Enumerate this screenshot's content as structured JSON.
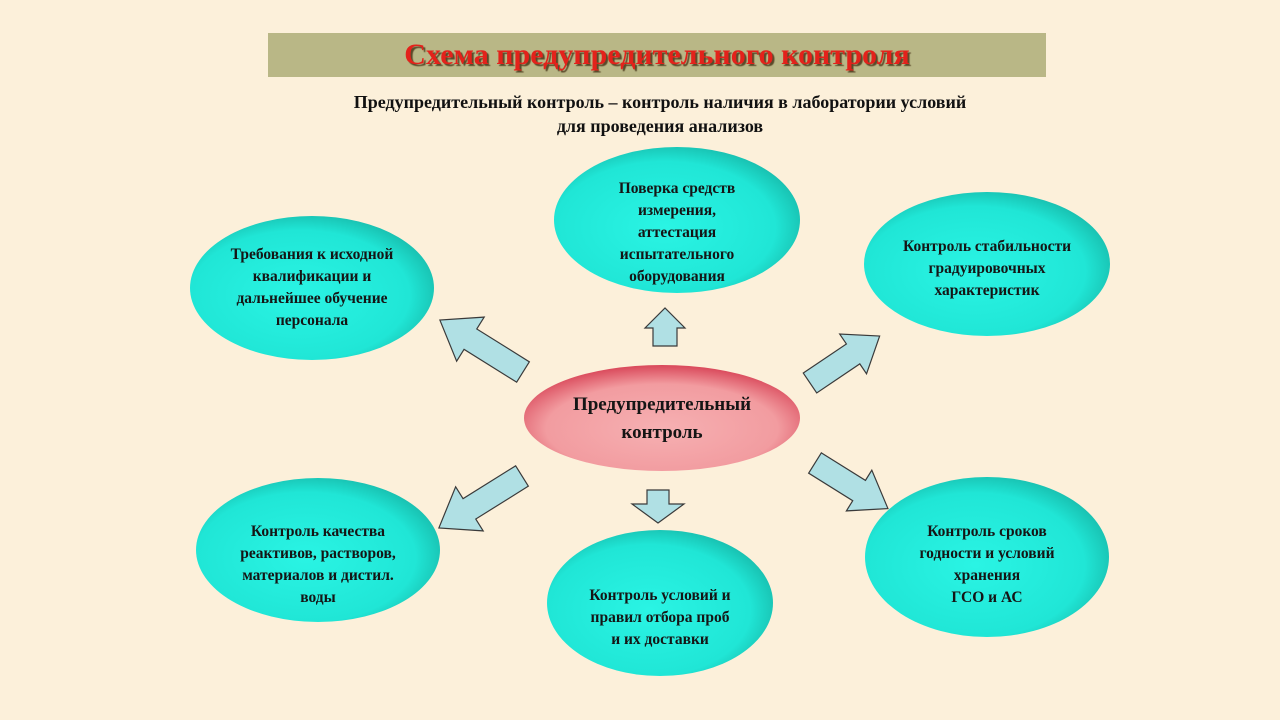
{
  "title": "Схема предупредительного контроля",
  "subtitle": [
    "Предупредительный контроль – контроль наличия в лаборатории условий",
    "для проведения анализов"
  ],
  "center": [
    "Предупредительный",
    "контроль"
  ],
  "nodes": {
    "top_left": [
      "Требования к исходной",
      "квалификации и",
      "дальнейшее обучение",
      "персонала"
    ],
    "top": [
      "Поверка средств",
      "измерения,",
      "аттестация",
      "испытательного",
      "оборудования"
    ],
    "top_right": [
      "Контроль стабильности",
      "градуировочных",
      "характеристик"
    ],
    "bottom_left": [
      "Контроль качества",
      "реактивов, растворов,",
      "материалов и дистил.",
      "воды"
    ],
    "bottom": [
      "Контроль условий и",
      "правил отбора проб",
      "и их доставки"
    ],
    "bottom_right": [
      "Контроль сроков",
      "годности и условий",
      "хранения",
      "ГСО и АС"
    ]
  },
  "colors": {
    "background": "#fcf0da",
    "title_bar": "#b9b786",
    "title_text": "#e3221b",
    "node": "#22ecdc",
    "center": "#f3a0a4",
    "arrow": "#b0e0e4"
  }
}
